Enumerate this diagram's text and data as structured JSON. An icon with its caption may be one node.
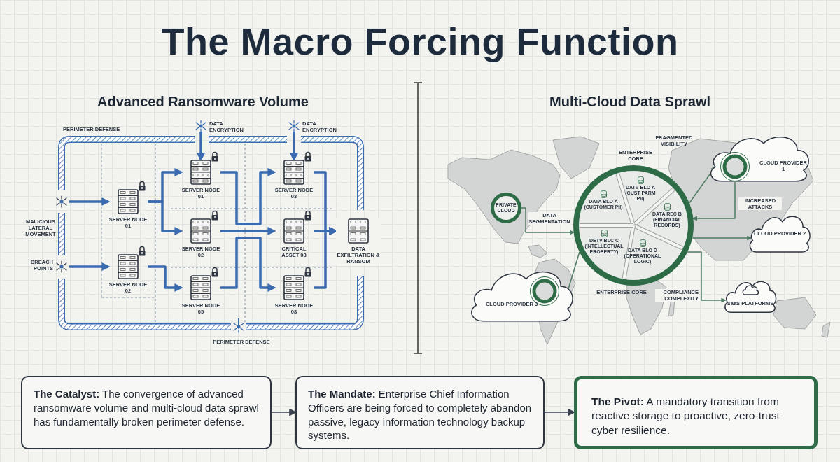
{
  "diagram": {
    "title": "The Macro Forcing Function",
    "nodes": [
      {
        "text": [],
        "shape": "circle",
        "beside": [
          "DATA ENCRYPTION"
        ]
      },
      {
        "text": [],
        "shape": "circle",
        "beside": [
          "DATA ENCRYPTION"
        ]
      },
      {
        "text": [],
        "shape": "circle",
        "beside": [
          "MALICIOUS LATERAL MOVEMENT"
        ]
      },
      {
        "text": [],
        "shape": "circle",
        "beside": [
          "BREACH POINTS"
        ]
      },
      {
        "text": [
          "SERVER NODE 01"
        ]
      },
      {
        "text": [
          "SERVER NODE 02"
        ]
      },
      {
        "text": [
          "SERVER NODE 01"
        ]
      },
      {
        "text": [
          "SERVER NODE 02"
        ]
      },
      {
        "text": [
          "SERVER NODE 05"
        ]
      },
      {
        "text": [
          "SERVER NODE 03"
        ]
      },
      {
        "text": [
          "CRITICAL ASSET 08"
        ]
      },
      {
        "text": [
          "SERVER NODE 08"
        ]
      },
      {
        "text": [
          "DATA EXFILTRATION & RANSOM"
        ]
      },
      {
        "text": [
          "PRIVATE CLOUD"
        ]
      },
      {
        "text": [],
        "shape": "circle"
      },
      {
        "text": [
          "DATV BLO A (CUST PARM PII)"
        ],
        "in": 14
      },
      {
        "text": [
          "DATA BLO A (CUSTOMER PII)"
        ],
        "in": 14
      },
      {
        "text": [
          "DATA REC B (FINANCIAL RECORDS)"
        ],
        "in": 14
      },
      {
        "text": [
          "DETV BLC C (INTELLECTUAL PROPERTY)"
        ],
        "in": 14
      },
      {
        "text": [
          "DATA BLO D (OPERATIONAL LOGIC)"
        ],
        "in": 14
      },
      {
        "text": [
          "CLOUD PROVIDER 1"
        ]
      },
      {
        "text": [
          "CLOUD PROVIDER 2"
        ]
      },
      {
        "text": [
          "SaaS PLATFORMS"
        ]
      },
      {
        "text": [
          "CLOUD PROVIDER 3"
        ]
      },
      {
        "text": [
          "**The Catalyst:** The convergence of advanced ransomware volume and multi-cloud data sprawl has fundamentally broken perimeter defense."
        ]
      },
      {
        "text": [
          "**The Mandate:** Enterprise Chief Information Officers are being forced to completely abandon passive, legacy information technology backup systems."
        ]
      },
      {
        "text": [
          "**The Pivot:** A mandatory transition from reactive storage to proactive, zero-trust cyber resilience."
        ]
      }
    ],
    "edges": [
      {
        "from": 0,
        "to": 6,
        "arrow": "to"
      },
      {
        "from": 1,
        "to": 9,
        "arrow": "to"
      },
      {
        "from": 2,
        "to": 4,
        "arrow": "to"
      },
      {
        "from": 3,
        "to": 5,
        "arrow": "to"
      },
      {
        "from": 4,
        "to": 6,
        "arrow": "to"
      },
      {
        "from": 4,
        "to": 7,
        "arrow": "to"
      },
      {
        "from": 5,
        "to": 8,
        "arrow": "to"
      },
      {
        "from": 6,
        "to": 9,
        "arrow": "to"
      },
      {
        "from": 7,
        "to": 10,
        "arrow": "to"
      },
      {
        "from": 8,
        "to": 11,
        "arrow": "to"
      },
      {
        "from": 9,
        "to": 12,
        "arrow": "to"
      },
      {
        "from": 10,
        "to": 12,
        "arrow": "to"
      },
      {
        "from": 11,
        "to": 12,
        "arrow": "to"
      },
      {
        "from": 13,
        "to": 14,
        "arrow": "to",
        "label": "DATA SEGMENTATION",
        "color": "#4f7a62"
      },
      {
        "from": 20,
        "to": 14,
        "arrow": "to",
        "label": "INCREASED ATTACKS",
        "color": "#4f7a62"
      },
      {
        "from": 14,
        "to": 20,
        "arrow": "to",
        "color": "#4f7a62"
      },
      {
        "from": 14,
        "to": 21,
        "arrow": "to",
        "color": "#4f7a62"
      },
      {
        "from": 14,
        "to": 22,
        "arrow": "to",
        "label": "COMPLIANCE COMPLEXITY",
        "color": "#4f7a62"
      },
      {
        "from": 23,
        "to": 14,
        "arrow": "none",
        "color": "#4f7a62"
      },
      {
        "from": 24,
        "to": 25,
        "arrow": "to",
        "color": "#3a4250"
      },
      {
        "from": 25,
        "to": 26,
        "arrow": "to",
        "color": "#3a4250"
      }
    ],
    "labels": [
      "Advanced Ransomware Volume",
      "Multi-Cloud Data Sprawl",
      "PERIMETER DEFENSE",
      "FRAGMENTED VISIBILITY",
      "ENTERPRISE CORE",
      "ENTERPRISE CORE",
      "PERIMETER DEFENSE"
    ]
  }
}
